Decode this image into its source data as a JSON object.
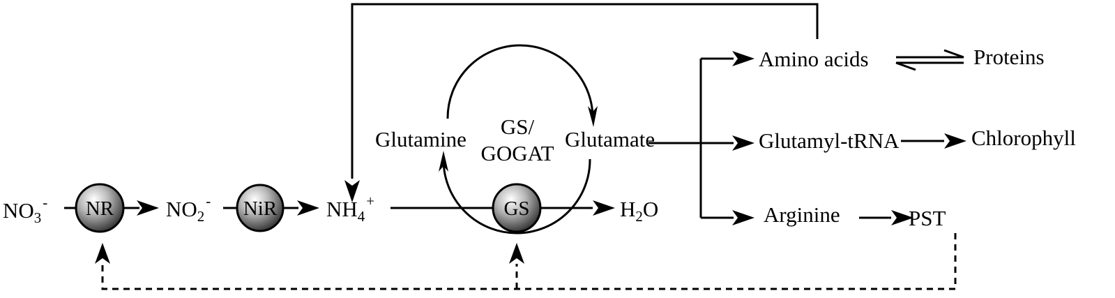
{
  "diagram": {
    "species": {
      "nitrate": {
        "base": "NO",
        "sub": "3",
        "sup": "-"
      },
      "nitrite": {
        "base": "NO",
        "sub": "2",
        "sup": "-"
      },
      "ammonium": {
        "base": "NH",
        "sub": "4",
        "sup": "+"
      },
      "water": {
        "base": "H",
        "sub": "2",
        "tail": "O"
      },
      "glutamine": "Glutamine",
      "glutamate": "Glutamate",
      "amino_acids": "Amino acids",
      "proteins": "Proteins",
      "glutamyl_trna": "Glutamyl-tRNA",
      "chlorophyll": "Chlorophyll",
      "arginine": "Arginine",
      "pst": "PST"
    },
    "enzymes": {
      "nr": "NR",
      "nir": "NiR",
      "gs": "GS"
    },
    "cycle_label": {
      "line1": "GS/",
      "line2": "GOGAT"
    },
    "colors": {
      "ink": "#000000",
      "sphere_highlight": "#ffffff",
      "sphere_mid": "#b8b8b8",
      "sphere_dark": "#3c3c3c"
    }
  }
}
